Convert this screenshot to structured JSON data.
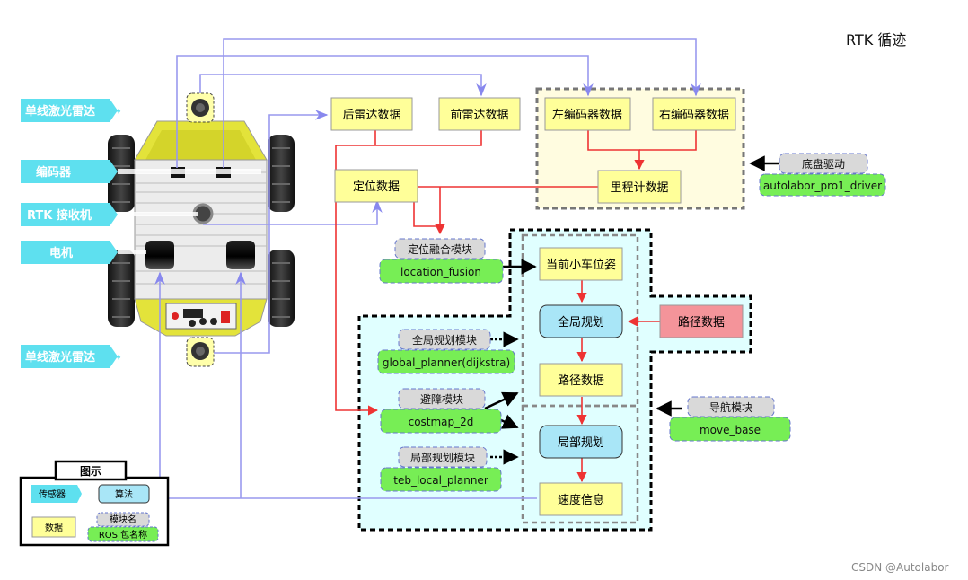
{
  "title": "RTK 循迹",
  "footer": "CSDN @Autolabor",
  "colors": {
    "sensor": "#5ee0ef",
    "data": "#ffff99",
    "algorithm": "#a9e6f7",
    "module_name": "#d9d9d9",
    "ros_package": "#77ee55",
    "red_arrow": "#ee3333",
    "blue_line": "#9999ee",
    "odom_bg": "#fffce0",
    "nav_bg": "#e0ffff",
    "path_input": "#f4949a"
  },
  "sensors": {
    "lidar_top": "单线激光雷达",
    "encoder": "编码器",
    "rtk": "RTK 接收机",
    "motor": "电机",
    "lidar_bottom": "单线激光雷达"
  },
  "data_boxes": {
    "rear_lidar": "后雷达数据",
    "front_lidar": "前雷达数据",
    "left_encoder": "左编码器数据",
    "right_encoder": "右编码器数据",
    "odometry": "里程计数据",
    "localization": "定位数据",
    "current_pose": "当前小车位姿",
    "path_input": "路径数据",
    "path_output": "路径数据",
    "velocity": "速度信息"
  },
  "algorithms": {
    "global_planning": "全局规划",
    "local_planning": "局部规划"
  },
  "modules": {
    "chassis_driver": {
      "name": "底盘驱动",
      "package": "autolabor_pro1_driver"
    },
    "location_fusion": {
      "name": "定位融合模块",
      "package": "location_fusion"
    },
    "global_planner": {
      "name": "全局规划模块",
      "package": "global_planner(dijkstra)"
    },
    "obstacle_avoid": {
      "name": "避障模块",
      "package": "costmap_2d"
    },
    "local_planner": {
      "name": "局部规划模块",
      "package": "teb_local_planner"
    },
    "navigation": {
      "name": "导航模块",
      "package": "move_base"
    }
  },
  "legend": {
    "title": "图示",
    "sensor": "传感器",
    "algorithm": "算法",
    "data": "数据",
    "module_name": "模块名",
    "ros_package": "ROS 包名称"
  }
}
